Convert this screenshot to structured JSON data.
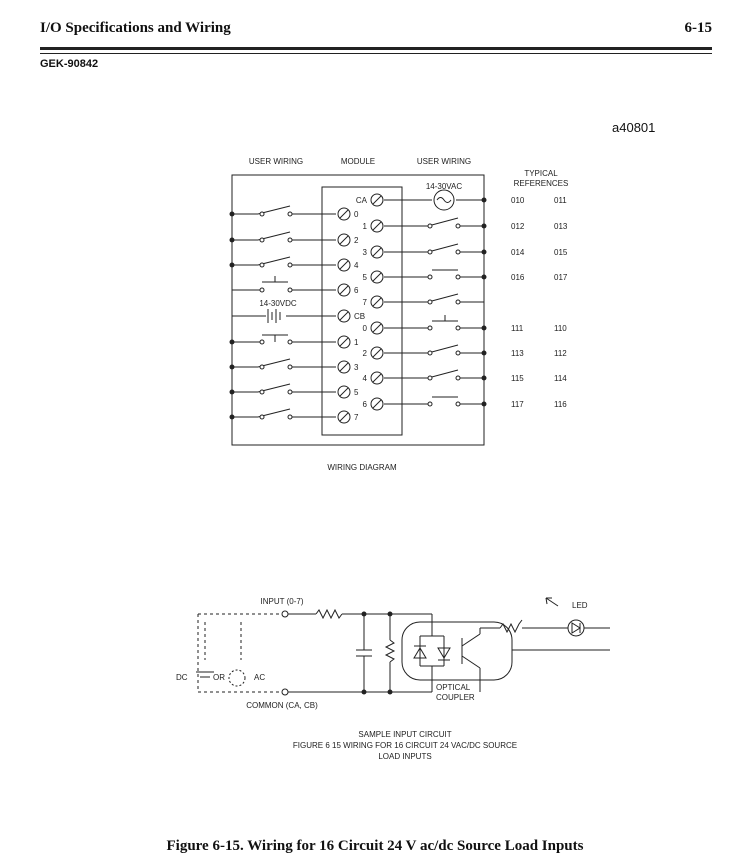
{
  "header": {
    "section_title": "I/O Specifications and Wiring",
    "page_number": "6-15",
    "doc_number": "GEK-90842"
  },
  "figure_id": "a40801",
  "wiring_diagram": {
    "col_user_left": "USER WIRING",
    "col_module": "MODULE",
    "col_user_right": "USER WIRING",
    "ac_supply": "14-30VAC",
    "dc_supply": "14-30VDC",
    "typical_label_1": "TYPICAL",
    "typical_label_2": "REFERENCES",
    "left_terminals": [
      "0",
      "2",
      "4",
      "6",
      "CB",
      "1",
      "3",
      "5",
      "7"
    ],
    "right_terminals": [
      "CA",
      "1",
      "3",
      "5",
      "7",
      "0",
      "2",
      "4",
      "6"
    ],
    "references": [
      [
        "010",
        "011"
      ],
      [
        "012",
        "013"
      ],
      [
        "014",
        "015"
      ],
      [
        "016",
        "017"
      ],
      [
        "111",
        "110"
      ],
      [
        "113",
        "112"
      ],
      [
        "115",
        "114"
      ],
      [
        "117",
        "116"
      ]
    ],
    "caption": "WIRING DIAGRAM"
  },
  "input_circuit": {
    "input_label": "INPUT (0-7)",
    "common_label": "COMMON (CA, CB)",
    "dc_label": "DC",
    "or_label": "OR",
    "ac_label": "AC",
    "led_label": "LED",
    "optical_label_1": "OPTICAL",
    "optical_label_2": "COUPLER",
    "caption_line_1": "SAMPLE INPUT CIRCUIT",
    "caption_line_2": "FIGURE 6 15 WIRING FOR 16 CIRCUIT 24 VAC/DC SOURCE",
    "caption_line_3": "LOAD INPUTS"
  },
  "figure_caption": "Figure 6-15. Wiring for 16 Circuit 24 V ac/dc Source Load Inputs"
}
